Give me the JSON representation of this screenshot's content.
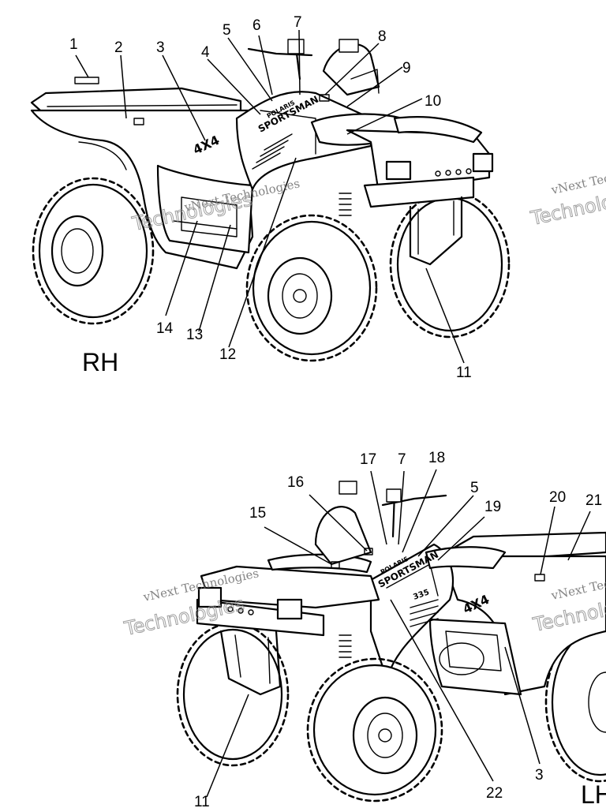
{
  "views": {
    "top_label": "RH",
    "bottom_label": "LH"
  },
  "callouts_top": [
    {
      "id": "c1",
      "text": "1"
    },
    {
      "id": "c2",
      "text": "2"
    },
    {
      "id": "c3",
      "text": "3"
    },
    {
      "id": "c4",
      "text": "4"
    },
    {
      "id": "c5",
      "text": "5"
    },
    {
      "id": "c6",
      "text": "6"
    },
    {
      "id": "c7",
      "text": "7"
    },
    {
      "id": "c8",
      "text": "8"
    },
    {
      "id": "c9",
      "text": "9"
    },
    {
      "id": "c10",
      "text": "10"
    },
    {
      "id": "c11",
      "text": "11"
    },
    {
      "id": "c12",
      "text": "12"
    },
    {
      "id": "c13",
      "text": "13"
    },
    {
      "id": "c14",
      "text": "14"
    }
  ],
  "callouts_bottom": [
    {
      "id": "c15",
      "text": "15"
    },
    {
      "id": "c16",
      "text": "16"
    },
    {
      "id": "c17",
      "text": "17"
    },
    {
      "id": "c7b",
      "text": "7"
    },
    {
      "id": "c18",
      "text": "18"
    },
    {
      "id": "c5b",
      "text": "5"
    },
    {
      "id": "c19",
      "text": "19"
    },
    {
      "id": "c20",
      "text": "20"
    },
    {
      "id": "c21",
      "text": "21"
    },
    {
      "id": "c11b",
      "text": "11"
    },
    {
      "id": "c3b",
      "text": "3"
    },
    {
      "id": "c22",
      "text": "22"
    }
  ],
  "decals": {
    "badge_4x4": "4X4",
    "model": "SPORTSMAN",
    "brand": "POLARIS",
    "displacement": "335"
  },
  "watermark": {
    "line1": "vNext Technologies",
    "line2": "Technologies"
  }
}
